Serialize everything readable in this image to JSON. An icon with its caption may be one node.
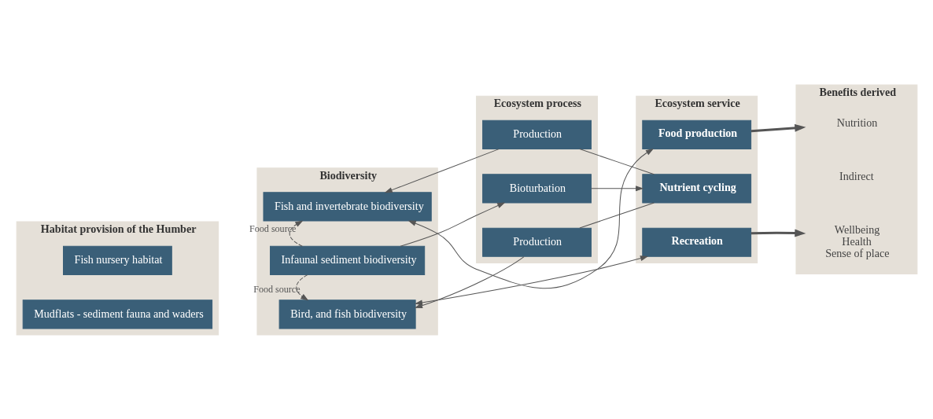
{
  "diagram": {
    "nodes": [
      {
        "text": [
          "Habitat provision of the Humber"
        ]
      },
      {
        "text": [
          "Mudflats - sediment fauna and waders"
        ],
        "in": 0
      },
      {
        "text": [
          "Fish nursery habitat"
        ],
        "in": 0
      },
      {
        "text": [
          "Biodiversity"
        ]
      },
      {
        "text": [
          "Bird, and fish biodiversity"
        ],
        "in": 3
      },
      {
        "text": [
          "Infaunal sediment biodiversity"
        ],
        "in": 3
      },
      {
        "text": [
          "Fish and invertebrate biodiversity"
        ],
        "in": 3
      },
      {
        "text": [
          "Ecosystem process"
        ]
      },
      {
        "text": [
          "Production"
        ],
        "in": 7
      },
      {
        "text": [
          "Bioturbation"
        ],
        "in": 7
      },
      {
        "text": [
          "Production"
        ],
        "in": 7
      },
      {
        "text": [
          "Ecosystem service"
        ]
      },
      {
        "text": [
          "Recreation"
        ],
        "in": 11
      },
      {
        "text": [
          "Nutrient cycling"
        ],
        "in": 11
      },
      {
        "text": [
          "Food production"
        ],
        "in": 11
      },
      {
        "text": [
          "Benefits derived"
        ]
      },
      {
        "text": [
          "Wellbeing",
          "Health",
          "Sense of place"
        ],
        "in": 15
      },
      {
        "text": [
          "Nutrition"
        ],
        "in": 15
      }
    ],
    "edges": [
      {
        "from": 4,
        "to": 12,
        "arrow": "both"
      },
      {
        "from": 12,
        "to": 16,
        "arrow": "to",
        "style": "thick"
      },
      {
        "from": 13,
        "to": 8,
        "arrow": "none"
      },
      {
        "from": 8,
        "to": 4,
        "arrow": "to"
      },
      {
        "from": 5,
        "to": 4,
        "arrow": "to",
        "style": "dashed",
        "label": "Food source"
      },
      {
        "from": 5,
        "to": 9,
        "arrow": "to"
      },
      {
        "from": 9,
        "to": 13,
        "arrow": "to"
      },
      {
        "from": 5,
        "to": 6,
        "arrow": "to",
        "style": "dashed",
        "label": "Food source"
      },
      {
        "from": 13,
        "to": 10,
        "arrow": "none"
      },
      {
        "from": 10,
        "to": 6,
        "arrow": "to"
      },
      {
        "from": 6,
        "to": 14,
        "arrow": "both"
      },
      {
        "from": 14,
        "to": 17,
        "arrow": "to",
        "style": "thick"
      }
    ],
    "labels": [
      "Indirect"
    ]
  }
}
